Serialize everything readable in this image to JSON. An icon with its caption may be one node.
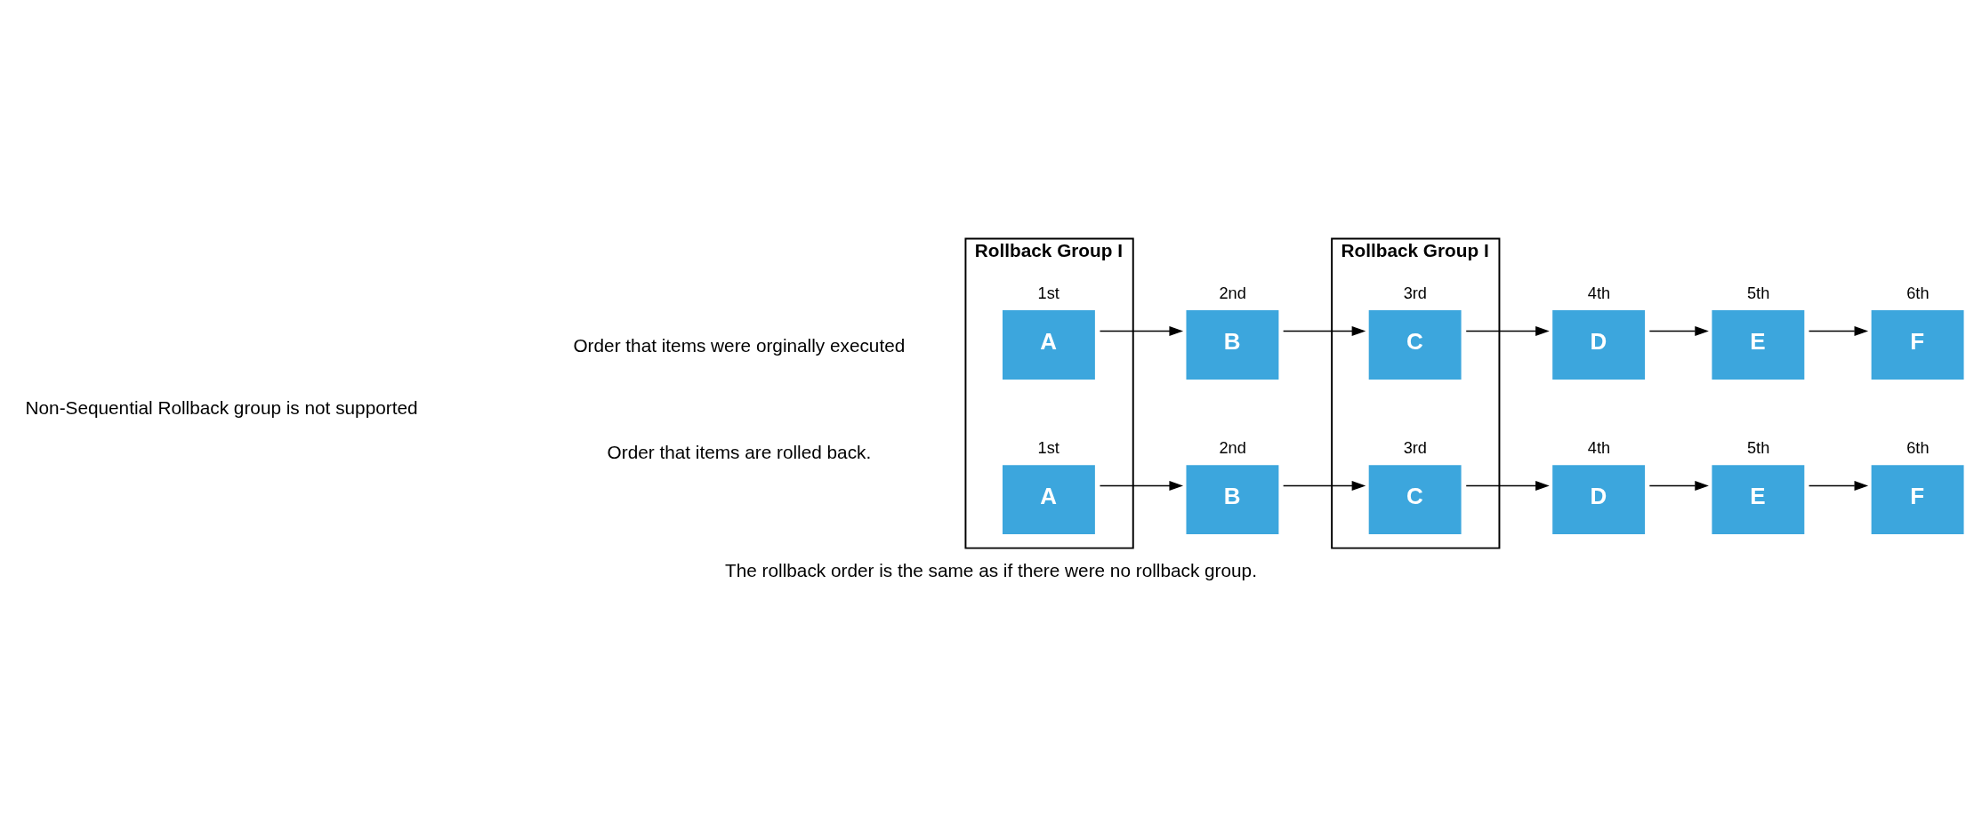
{
  "diagram": {
    "caption": "The rollback order is the same as if there were no rollback group.",
    "nodes": [
      {
        "text": [
          "Rollback Group I"
        ]
      },
      {
        "text": [
          "A"
        ],
        "in": 0,
        "beside": [
          "1st"
        ]
      },
      {
        "text": [
          "A"
        ],
        "in": 0,
        "beside": [
          "1st"
        ]
      },
      {
        "text": [
          "B"
        ],
        "beside": [
          "2nd"
        ]
      },
      {
        "text": [
          "B"
        ],
        "beside": [
          "2nd"
        ]
      },
      {
        "text": [
          "Rollback Group I"
        ]
      },
      {
        "text": [
          "C"
        ],
        "in": 5,
        "beside": [
          "3rd"
        ]
      },
      {
        "text": [
          "C"
        ],
        "in": 5,
        "beside": [
          "3rd"
        ]
      },
      {
        "text": [
          "D"
        ],
        "beside": [
          "4th"
        ]
      },
      {
        "text": [
          "D"
        ],
        "beside": [
          "4th"
        ]
      },
      {
        "text": [
          "E"
        ],
        "beside": [
          "5th"
        ]
      },
      {
        "text": [
          "E"
        ],
        "beside": [
          "5th"
        ]
      },
      {
        "text": [
          "F"
        ],
        "beside": [
          "6th"
        ]
      },
      {
        "text": [
          "F"
        ],
        "beside": [
          "6th"
        ]
      }
    ],
    "edges": [
      {
        "from": 1,
        "to": 3,
        "arrow": "to"
      },
      {
        "from": 3,
        "to": 6,
        "arrow": "to"
      },
      {
        "from": 6,
        "to": 8,
        "arrow": "to"
      },
      {
        "from": 8,
        "to": 10,
        "arrow": "to"
      },
      {
        "from": 10,
        "to": 12,
        "arrow": "to"
      },
      {
        "from": 2,
        "to": 4,
        "arrow": "to"
      },
      {
        "from": 4,
        "to": 7,
        "arrow": "to"
      },
      {
        "from": 7,
        "to": 9,
        "arrow": "to"
      },
      {
        "from": 9,
        "to": 11,
        "arrow": "to"
      },
      {
        "from": 11,
        "to": 13,
        "arrow": "to"
      }
    ],
    "labels": [
      "Non-Sequential Rollback group is not supported",
      "Order that items were orginally executed",
      "Order that items are rolled back."
    ]
  }
}
